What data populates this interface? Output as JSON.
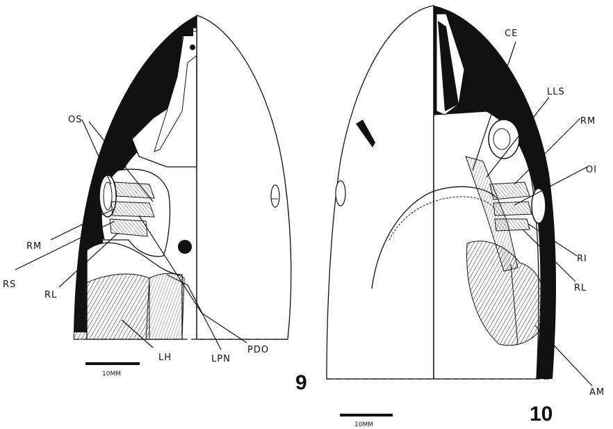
{
  "figure_9": {
    "number": "9",
    "labels": [
      "OS",
      "RM",
      "RS",
      "RL",
      "LH",
      "LPN",
      "PDO"
    ],
    "scale_bar": "10MM"
  },
  "figure_10": {
    "number": "10",
    "labels": [
      "CE",
      "LLS",
      "RM",
      "OI",
      "RI",
      "RL",
      "AM"
    ],
    "scale_bar": "10MM"
  }
}
